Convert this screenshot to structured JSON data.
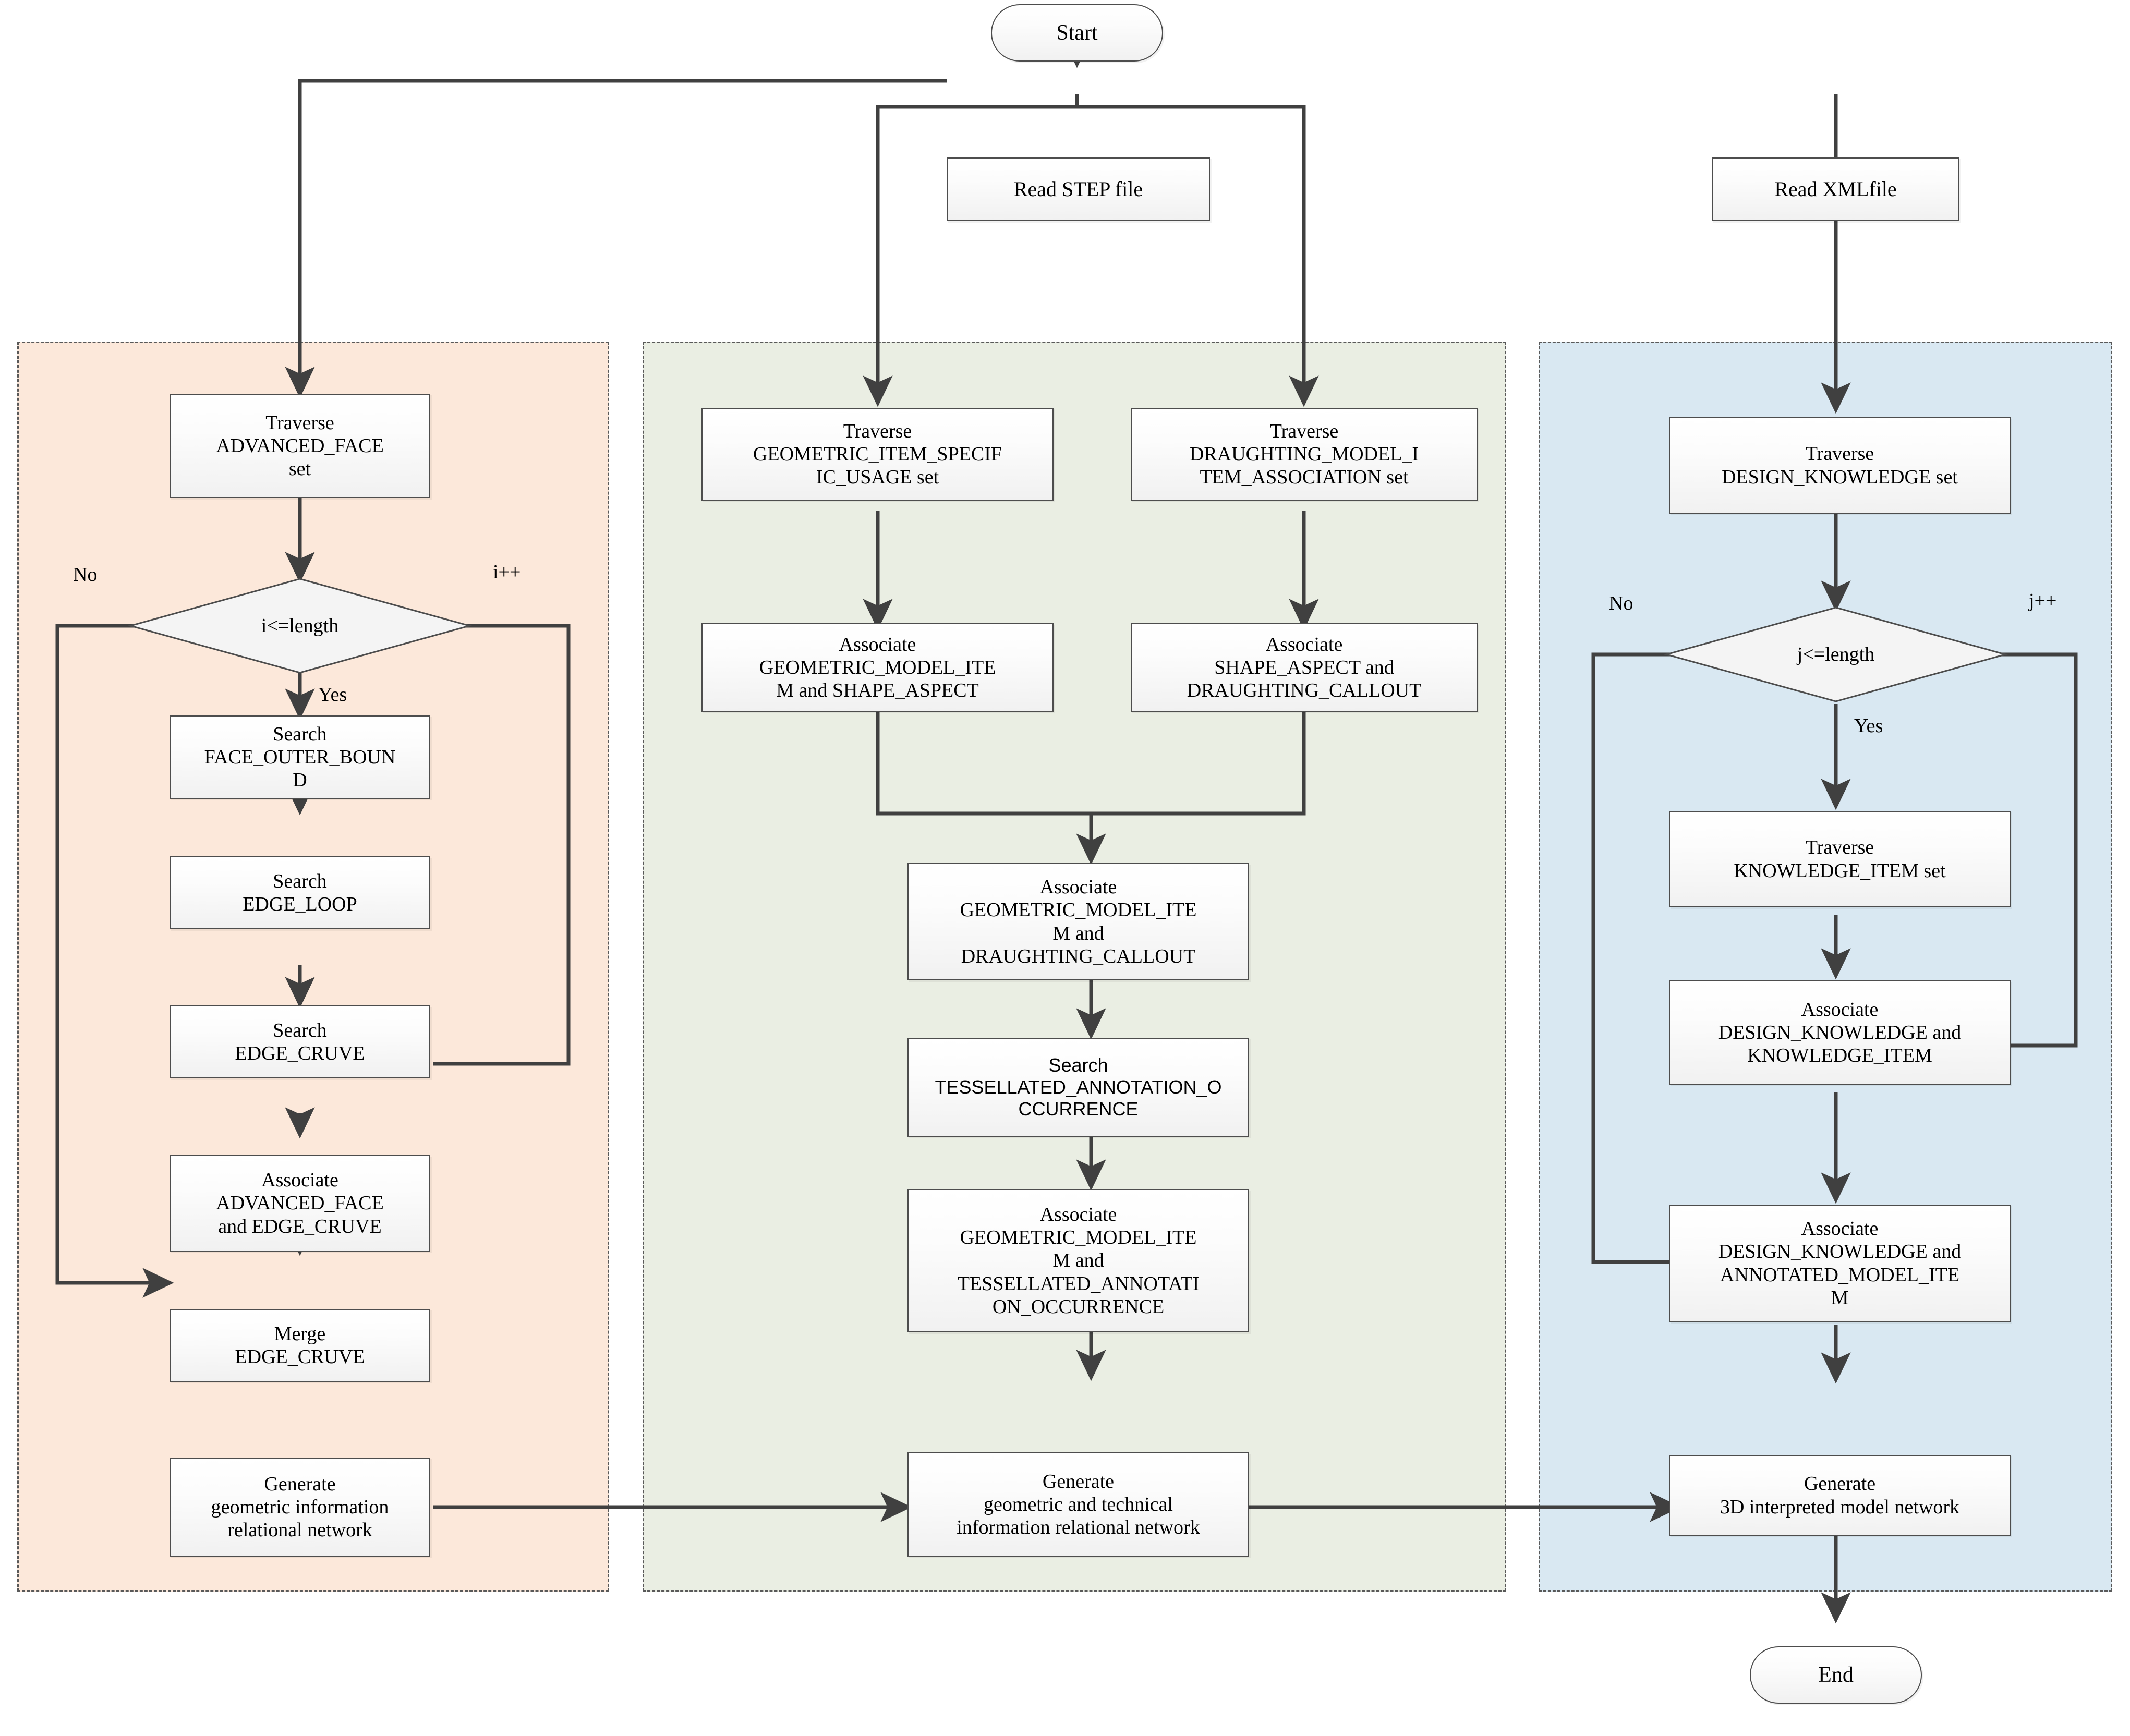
{
  "diagram": {
    "title": "STEP/XML 3D interpreted model network generation flowchart",
    "colors": {
      "panel_left_fill": "#fce8da",
      "panel_mid_fill": "#eaeee3",
      "panel_right_fill": "#d9e8f2",
      "panel_border": "#595959",
      "node_border": "#4d4d4d",
      "edge": "#404040",
      "text": "#000000"
    }
  },
  "nodes": {
    "start": "Start",
    "end": "End",
    "read_step": "Read STEP file",
    "read_xml": "Read XMLfile",
    "left": {
      "traverse_advanced_face": "Traverse\nADVANCED_FACE\nset",
      "decision_i": "i<=length",
      "search_face_outer_bound": "Search\nFACE_OUTER_BOUN\nD",
      "search_edge_loop": "Search\nEDGE_LOOP",
      "search_edge_cruve": "Search\nEDGE_CRUVE",
      "associate_face_cruve": "Associate\nADVANCED_FACE\nand EDGE_CRUVE",
      "merge_edge_cruve": "Merge\nEDGE_CRUVE",
      "generate_geometric": "Generate\ngeometric information\nrelational network"
    },
    "middle": {
      "traverse_gisu": "Traverse\nGEOMETRIC_ITEM_SPECIF\nIC_USAGE set",
      "traverse_dmia": "Traverse\nDRAUGHTING_MODEL_I\nTEM_ASSOCIATION set",
      "associate_gmi_sa": "Associate\nGEOMETRIC_MODEL_ITE\nM and SHAPE_ASPECT",
      "associate_sa_dc": "Associate\nSHAPE_ASPECT and\nDRAUGHTING_CALLOUT",
      "associate_gmi_dc": "Associate\nGEOMETRIC_MODEL_ITE\nM and\nDRAUGHTING_CALLOUT",
      "search_tao": "Search\nTESSELLATED_ANNOTATION_O\nCCURRENCE",
      "associate_gmi_tao": "Associate\nGEOMETRIC_MODEL_ITE\nM and\nTESSELLATED_ANNOTATI\nON_OCCURRENCE",
      "generate_geo_tech": "Generate\ngeometric and technical\ninformation relational network"
    },
    "right": {
      "traverse_design_knowledge": "Traverse\nDESIGN_KNOWLEDGE set",
      "decision_j": "j<=length",
      "traverse_knowledge_item": "Traverse\nKNOWLEDGE_ITEM set",
      "associate_dk_ki": "Associate\nDESIGN_KNOWLEDGE and\nKNOWLEDGE_ITEM",
      "associate_dk_ami": "Associate\nDESIGN_KNOWLEDGE and\nANNOTATED_MODEL_ITE\nM",
      "generate_3d": "Generate\n3D interpreted model network"
    }
  },
  "edge_labels": {
    "left_no": "No",
    "left_yes": "Yes",
    "left_inc": "i++",
    "right_no": "No",
    "right_yes": "Yes",
    "right_inc": "j++"
  }
}
